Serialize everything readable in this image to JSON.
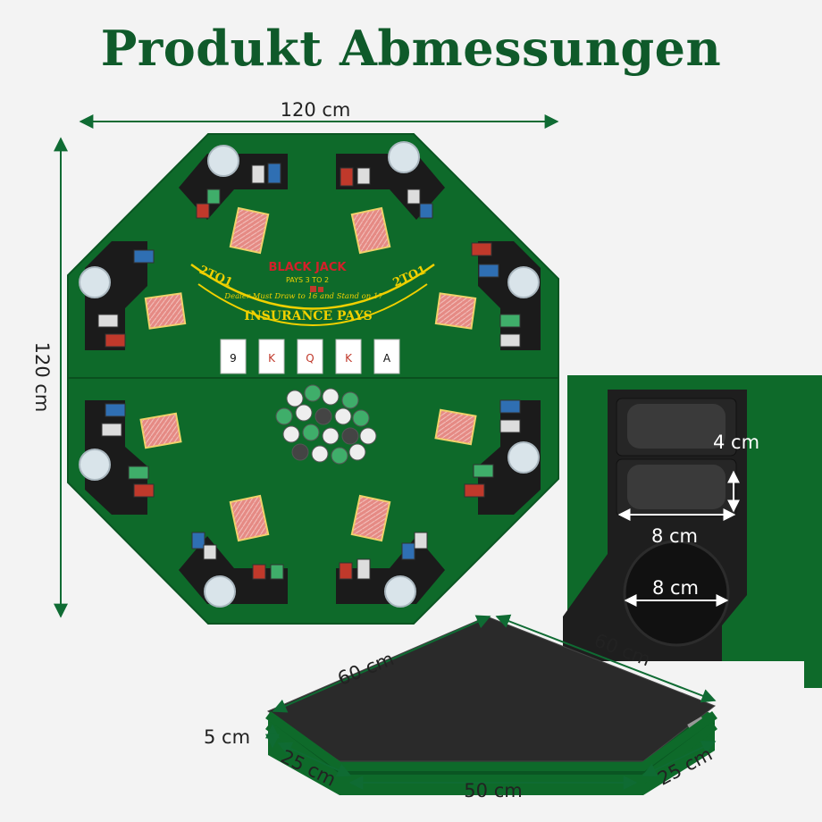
{
  "title": "Produkt Abmessungen",
  "dimensions": {
    "top_width": "120 cm",
    "left_height": "120 cm",
    "holder_height": "4 cm",
    "holder_width": "8 cm",
    "cup_diameter": "8 cm",
    "panel_edge_left": "60 cm",
    "panel_edge_right": "60 cm",
    "thickness": "5 cm",
    "short_edge_left": "25 cm",
    "short_edge_right": "25 cm",
    "bottom_edge": "50 cm"
  },
  "table_print": {
    "game": "BLACK JACK",
    "pays": "PAYS 3 TO 2",
    "rule": "Dealer Must Draw to 16 and Stand on 17",
    "insurance": "INSURANCE PAYS",
    "odds_left": "2TO1",
    "odds_right": "2TO1"
  },
  "cards": [
    "9",
    "K",
    "Q",
    "K",
    "A"
  ],
  "colors": {
    "title_green": "#0f5a2a",
    "felt_green": "#0e6a2a",
    "tray_black": "#1b1b1b",
    "line_green": "#0f6b33"
  }
}
